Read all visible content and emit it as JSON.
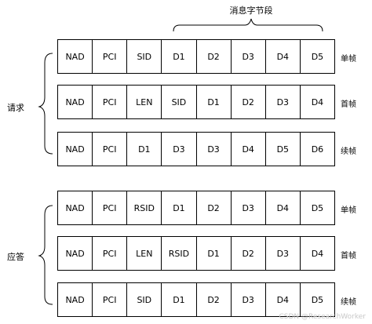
{
  "header": {
    "message_bytes_label": "消息字节段"
  },
  "groups": {
    "request_label": "请求",
    "response_label": "应答"
  },
  "rows": [
    {
      "cells": [
        "NAD",
        "PCI",
        "SID",
        "D1",
        "D2",
        "D3",
        "D4",
        "D5"
      ],
      "frame_type": "单帧"
    },
    {
      "cells": [
        "NAD",
        "PCI",
        "LEN",
        "SID",
        "D1",
        "D2",
        "D3",
        "D4"
      ],
      "frame_type": "首帧"
    },
    {
      "cells": [
        "NAD",
        "PCI",
        "D1",
        "D3",
        "D3",
        "D4",
        "D5",
        "D6"
      ],
      "frame_type": "续帧"
    },
    {
      "cells": [
        "NAD",
        "PCI",
        "RSID",
        "D1",
        "D2",
        "D3",
        "D4",
        "D5"
      ],
      "frame_type": "单帧"
    },
    {
      "cells": [
        "NAD",
        "PCI",
        "LEN",
        "RSID",
        "D1",
        "D2",
        "D3",
        "D4"
      ],
      "frame_type": "首帧"
    },
    {
      "cells": [
        "NAD",
        "PCI",
        "SID",
        "D1",
        "D2",
        "D3",
        "D4",
        "D5"
      ],
      "frame_type": "续帧"
    }
  ],
  "watermark": "CSDN @ResearchWorker"
}
